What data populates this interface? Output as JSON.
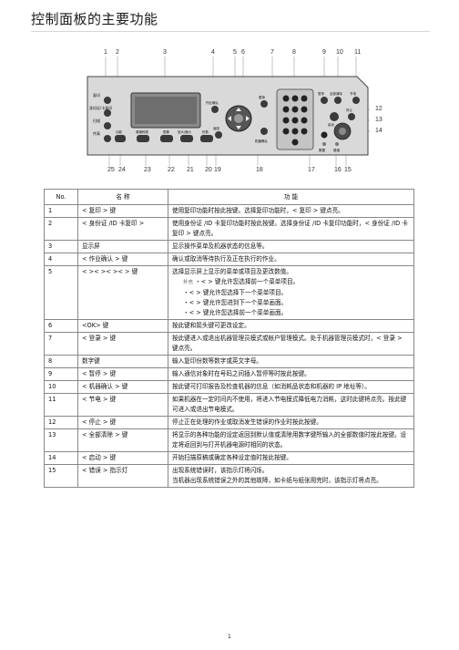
{
  "page": {
    "title": "控制面板的主要功能",
    "page_number": "1"
  },
  "callouts": {
    "top": [
      "1",
      "2",
      "3",
      "4",
      "5",
      "6",
      "7",
      "8",
      "9",
      "10",
      "11"
    ],
    "right": [
      "12",
      "13",
      "14"
    ],
    "bottom": [
      "25",
      "24",
      "23",
      "22",
      "21",
      "20",
      "19",
      "18",
      "17",
      "16",
      "15"
    ]
  },
  "panel_labels": {
    "copy": "复印",
    "idcard": "身份证/卡复印",
    "scan": "扫描",
    "fax": "传真",
    "b1": "功能",
    "b2": "原稿种类",
    "b3": "图像",
    "b4": "放大/缩小",
    "b5": "份数",
    "job": "作业确认",
    "back": "返回",
    "login": "登录",
    "machine": "机器确认",
    "pause": "暂停",
    "alldel": "全部清除",
    "power": "节电",
    "stop": "停止",
    "start": "启动",
    "error": "错误",
    "data": "数据"
  },
  "table": {
    "headers": [
      "No.",
      "名 称",
      "功 能"
    ],
    "rows": [
      {
        "no": "1",
        "name": "< 复印 > 键",
        "func": [
          "使用复印功能时按此按键。选择复印功能时，< 复印 > 键点亮。"
        ]
      },
      {
        "no": "2",
        "name": "< 身份证 /ID 卡复印 >",
        "func": [
          "使用身份证 /ID 卡复印功能时按此按键。选择身份证 /ID 卡复印功能时，< 身份证 /ID 卡复印 > 键点亮。"
        ]
      },
      {
        "no": "3",
        "name": "显示屏",
        "func": [
          "显示操作菜单及机器状态的信息等。"
        ]
      },
      {
        "no": "4",
        "name": "< 作业确认 > 键",
        "func": [
          "确认或取消等待执行及正在执行的作业。"
        ]
      },
      {
        "no": "5",
        "name": "< >< >< >< > 键",
        "func": [
          "选择显示屏上显示的菜单或项目及更改数值。"
        ],
        "sub_tag": "补充",
        "sub": [
          "・< > 键允许您选择前一个菜单项目。",
          "・< > 键允许您选择下一个菜单项目。",
          "・< > 键允许您进到下一个菜单画面。",
          "・< > 键允许您选择前一个菜单画面。"
        ]
      },
      {
        "no": "6",
        "name": "<OK> 键",
        "func": [
          "按此键和箭头键可更改设定。"
        ]
      },
      {
        "no": "7",
        "name": "< 登录 > 键",
        "func": [
          "按此键进入或退出机器管理员模式或帐户管理模式。处于机器管理员模式时，< 登录 > 键点亮。"
        ]
      },
      {
        "no": "8",
        "name": "数字键",
        "func": [
          "输入复印份数等数字或英文字母。"
        ]
      },
      {
        "no": "9",
        "name": "< 暂停 > 键",
        "func": [
          "输入通信对象时在号码之间插入暂停等时按此按键。"
        ]
      },
      {
        "no": "10",
        "name": "< 机器确认 > 键",
        "func": [
          "按此键可打印报告及检查机器的信息（如消耗品状态和机器的 IP 地址等）。"
        ]
      },
      {
        "no": "11",
        "name": "< 节电 > 键",
        "func": [
          "如果机器在一定时间内不使用，将进入节电模式降低电力消耗，这时此键将点亮。按此键可进入或退出节电模式。"
        ]
      },
      {
        "no": "12",
        "name": "< 停止 > 键",
        "func": [
          "停止正在处理的作业或取消发生错误的作业时按此按键。"
        ]
      },
      {
        "no": "13",
        "name": "< 全部清除 > 键",
        "func": [
          "将显示的各种功能的设定返回到默认值或清除用数字键所输入的全部数值时按此按键。设定将返回到与打开机器电源时相同的状态。"
        ]
      },
      {
        "no": "14",
        "name": "< 启动 > 键",
        "func": [
          "开始扫描原稿或确定各种设定值时按此按键。"
        ]
      },
      {
        "no": "15",
        "name": "< 错误 > 指示灯",
        "func": [
          "出现系统错误时，该指示灯将闪烁。",
          "当机器出现系统错误之外的其他故障，如卡纸与纸张用完时，该指示灯将点亮。"
        ]
      }
    ]
  }
}
